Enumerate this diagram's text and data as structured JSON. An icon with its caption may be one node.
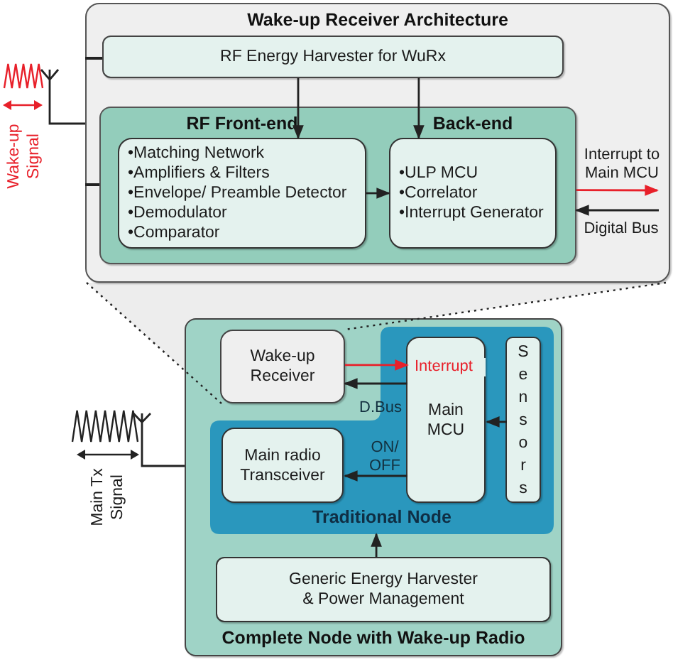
{
  "diagram": {
    "nodes": [
      {
        "text": [
          "Wake-up Receiver Architecture"
        ]
      },
      {
        "text": [
          "RF Energy Harvester for WuRx"
        ],
        "in": 0
      },
      {
        "text": [],
        "shape": "box",
        "in": 0
      },
      {
        "text": [
          "RF Front-end",
          "•Matching Network",
          "•Amplifiers & Filters",
          "•Envelope/ Preamble Detector",
          "•Demodulator",
          "•Comparator"
        ],
        "in": 2
      },
      {
        "text": [
          "Back-end",
          "•ULP MCU",
          "•Correlator",
          "•Interrupt Generator"
        ],
        "in": 2
      },
      {
        "text": [],
        "shape": "antenna",
        "beside": [
          "Wake-up Signal"
        ]
      },
      {
        "text": [
          "Complete Node with Wake-up Radio"
        ]
      },
      {
        "text": [
          "Traditional Node"
        ],
        "in": 6
      },
      {
        "text": [
          "Wake-up Receiver"
        ],
        "in": 6
      },
      {
        "text": [
          "Main radio Transceiver"
        ],
        "in": 7
      },
      {
        "text": [
          "Main MCU"
        ],
        "in": 7
      },
      {
        "text": [
          "Sensors"
        ],
        "in": 7
      },
      {
        "text": [
          "Generic Energy Harvester & Power Management"
        ],
        "in": 6
      },
      {
        "text": [],
        "shape": "antenna",
        "beside": [
          "Main Tx Signal"
        ]
      }
    ],
    "edges": [
      {
        "from": 1,
        "to": 3,
        "arrow": "to"
      },
      {
        "from": 1,
        "to": 4,
        "arrow": "to"
      },
      {
        "from": 3,
        "to": 4,
        "arrow": "to"
      },
      {
        "from": 2,
        "to": null,
        "arrow": "to",
        "label": "Interrupt to Main MCU",
        "color": "#e8202a"
      },
      {
        "from": null,
        "to": 2,
        "arrow": "to",
        "label": "Digital Bus"
      },
      {
        "from": 5,
        "to": 0,
        "arrow": "none"
      },
      {
        "from": 8,
        "to": 10,
        "arrow": "to",
        "label": "Interrupt",
        "color": "#e8202a"
      },
      {
        "from": 10,
        "to": 8,
        "arrow": "to",
        "label": "D.Bus"
      },
      {
        "from": 10,
        "to": 9,
        "arrow": "to",
        "label": "ON/ OFF"
      },
      {
        "from": 11,
        "to": 10,
        "arrow": "to"
      },
      {
        "from": 12,
        "to": 7,
        "arrow": "to"
      },
      {
        "from": 13,
        "to": 6,
        "arrow": "none"
      },
      {
        "from": 0,
        "to": 8,
        "arrow": "none",
        "style": "dashed"
      },
      {
        "from": 0,
        "to": 8,
        "arrow": "none",
        "style": "dashed"
      }
    ]
  }
}
